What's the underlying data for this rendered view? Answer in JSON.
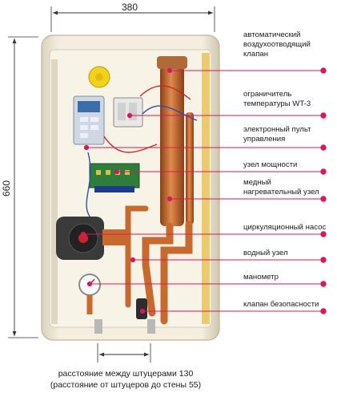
{
  "dimensions": {
    "width_label": "380",
    "height_label": "660"
  },
  "labels": [
    "автоматический\nвоздухоотводящий\nклапан",
    "ограничитель\nтемпературы WT-3",
    "электронный пульт\nуправления",
    "узел мощности",
    "медный\nнагревательный узел",
    "циркуляционный насос",
    "водный узел",
    "манометр",
    "клапан безопасности"
  ],
  "caption": {
    "line1": "расстояние между штуцерами 130",
    "line2": "(расстояние от штуцеров до стены 55)"
  },
  "colors": {
    "leader": "#d6195e",
    "copper": "#c86a2e",
    "casing": "#efe9d8",
    "frame": "#f6f1e2",
    "insulation": "#e8c35a"
  }
}
